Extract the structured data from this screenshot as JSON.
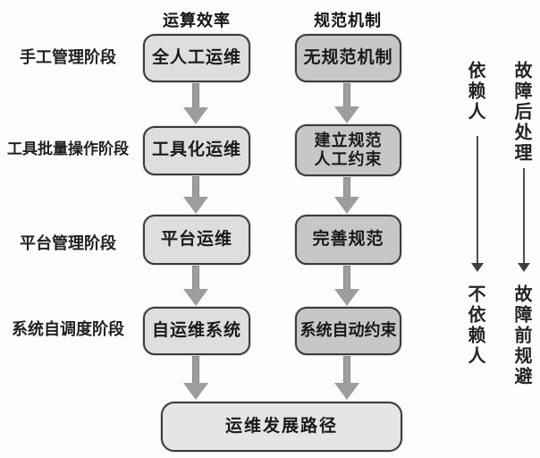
{
  "columns": [
    {
      "header": "运算效率",
      "boxes": [
        {
          "label": "全人工运维"
        },
        {
          "label": "工具化运维"
        },
        {
          "label": "平台运维"
        },
        {
          "label": "自运维系统"
        }
      ]
    },
    {
      "header": "规范机制",
      "boxes": [
        {
          "label": "无规范机制"
        },
        {
          "label": "建立规范\n人工约束"
        },
        {
          "label": "完善规范"
        },
        {
          "label": "系统自动约束"
        }
      ]
    }
  ],
  "stages": [
    {
      "label": "手工管理阶段"
    },
    {
      "label": "工具批量操作阶段"
    },
    {
      "label": "平台管理阶段"
    },
    {
      "label": "系统自调度阶段"
    }
  ],
  "bottom_box": {
    "label": "运维发展路径"
  },
  "side_arrows": [
    {
      "top_label": "依赖人",
      "bottom_label": "不依赖人"
    },
    {
      "top_label": "故障后处理",
      "bottom_label": "故障前规避"
    }
  ],
  "colors": {
    "left_box_fill": "#dedede",
    "right_box_fill": "#c7c7c7",
    "bottom_box_fill": "#e5e5e5",
    "box_border": "#3c3c3c",
    "thick_arrow": "#9d9d9d",
    "thin_arrow": "#4d4d4d",
    "text": "#1c1c1c",
    "background": "#fdfdfd"
  }
}
